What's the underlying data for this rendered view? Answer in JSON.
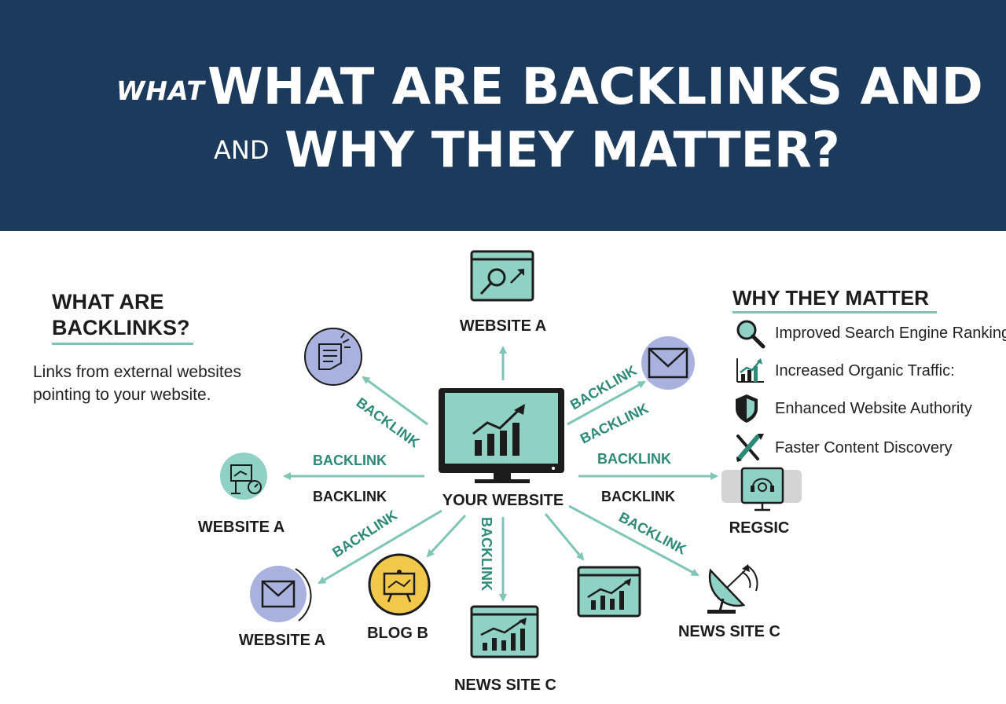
{
  "header": {
    "small_what": "WHAT",
    "line1": "WHAT ARE BACKLINKS AND",
    "small_and": "AND",
    "line2": "WHY THEY MATTER?"
  },
  "left_panel": {
    "title_lines": [
      "WHAT ARE",
      "BACKLINKS?"
    ],
    "description_lines": [
      "Links from external websites",
      "pointing to your website."
    ]
  },
  "right_panel": {
    "title": "WHY THEY MATTER",
    "benefits": [
      {
        "icon": "magnifier-icon",
        "text": "Improved Search Engine Ranking:"
      },
      {
        "icon": "growth-chart-icon",
        "text": "Increased Organic Traffic:"
      },
      {
        "icon": "shield-icon",
        "text": "Enhanced Website Authority"
      },
      {
        "icon": "rocket-icon",
        "text": "Faster Content Discovery"
      }
    ]
  },
  "center": {
    "label": "YOUR WEBSITE",
    "icon": "monitor-chart-icon"
  },
  "nodes": [
    {
      "id": "top",
      "label": "WEBSITE A",
      "icon": "search-window-icon"
    },
    {
      "id": "upper-left",
      "label": "",
      "icon": "document-icon"
    },
    {
      "id": "upper-right",
      "label": "",
      "icon": "envelope-icon"
    },
    {
      "id": "left",
      "label": "WEBSITE A",
      "icon": "analytics-board-icon"
    },
    {
      "id": "right",
      "label": "REGSIC",
      "icon": "headset-monitor-icon"
    },
    {
      "id": "lower-left",
      "label": "WEBSITE A",
      "icon": "envelope-icon"
    },
    {
      "id": "blog",
      "label": "BLOG B",
      "icon": "blog-board-icon"
    },
    {
      "id": "bottom",
      "label": "NEWS SITE C",
      "icon": "chart-window-icon"
    },
    {
      "id": "lower-right-1",
      "label": "",
      "icon": "chart-window-icon"
    },
    {
      "id": "lower-right-2",
      "label": "NEWS SITE C",
      "icon": "satellite-dish-icon"
    }
  ],
  "backlink_labels": [
    "BACKLINK",
    "BACKLINK",
    "BACKLINK",
    "BACKLINK",
    "BACKLINK",
    "BACKLINK",
    "BACKLINK",
    "BACKLINK",
    "BACKLINK",
    "BACKLINK"
  ],
  "colors": {
    "header_bg": "#1c3a5c",
    "teal_fill": "#8fd1c4",
    "teal_dark": "#2d8a79",
    "arrow": "#7fc5b8",
    "purple": "#a9b2de",
    "yellow": "#f2c84b",
    "gray": "#d4d4d4"
  }
}
